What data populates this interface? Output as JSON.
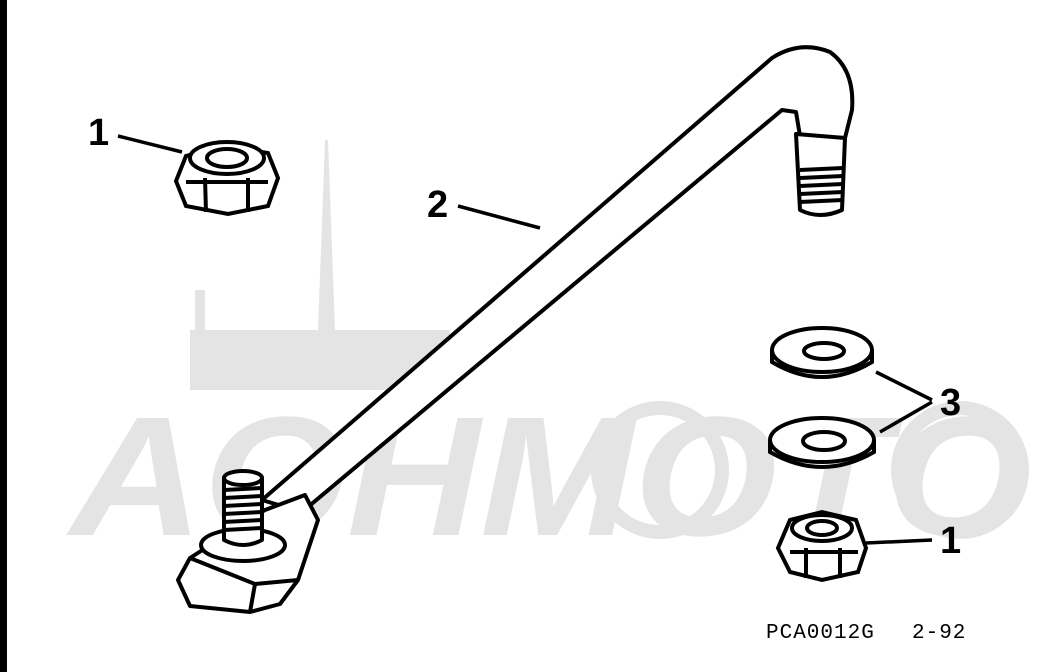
{
  "diagram": {
    "callouts": [
      {
        "id": "nut-top",
        "label": "1"
      },
      {
        "id": "rod",
        "label": "2"
      },
      {
        "id": "washers",
        "label": "3"
      },
      {
        "id": "nut-bottom",
        "label": "1"
      }
    ],
    "figure_code": "PCA0012G",
    "figure_date": "2-92",
    "watermark": "AOHMOTO"
  },
  "colors": {
    "ink": "#000000",
    "paper": "#ffffff",
    "watermark": "#e4e4e4"
  }
}
